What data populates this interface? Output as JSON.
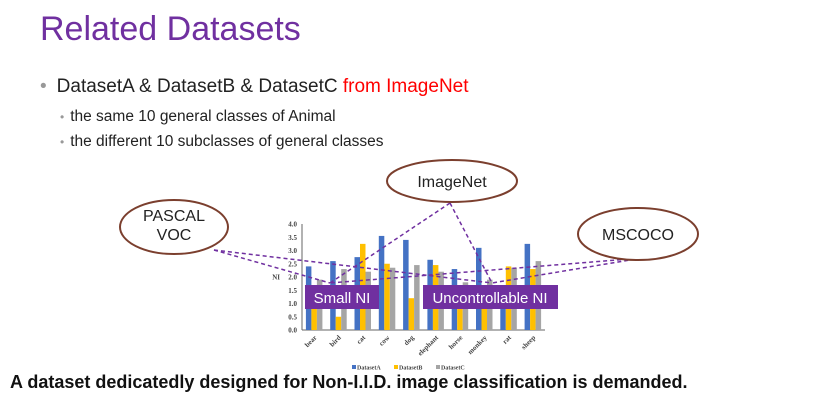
{
  "title": "Related Datasets",
  "bullet": {
    "main": "DatasetA & DatasetB & DatasetC ",
    "highlight": "from ImageNet",
    "subs": [
      "the same 10 general classes of Animal",
      "the different 10 subclasses of general classes"
    ]
  },
  "sources": [
    "PASCAL VOC",
    "ImageNet",
    "MSCOCO"
  ],
  "source_lines": {
    "pascal": [
      "PASCAL",
      "VOC"
    ]
  },
  "labels": {
    "small": "Small NI",
    "uncontrollable": "Uncontrollable NI"
  },
  "conclusion": "A dataset dedicatedly designed for Non-I.I.D. image classification is demanded.",
  "colors": {
    "title": "#7030a0",
    "A": "#4472c4",
    "B": "#ffc000",
    "C": "#a5a5a5",
    "label_bg": "#7030a0",
    "ellipse": "#7b3f2e"
  },
  "chart_data": {
    "type": "bar",
    "ylabel": "NI",
    "ylim": [
      0,
      4
    ],
    "yticks": [
      "0.0",
      "0.5",
      "1.0",
      "1.5",
      "2.0",
      "2.5",
      "3.0",
      "3.5",
      "4.0"
    ],
    "categories": [
      "bear",
      "bird",
      "cat",
      "cow",
      "dog",
      "elephant",
      "horse",
      "monkey",
      "rat",
      "sheep"
    ],
    "series": [
      {
        "name": "DatasetA",
        "values": [
          2.4,
          2.6,
          2.75,
          3.55,
          3.4,
          2.65,
          2.3,
          3.1,
          1.5,
          3.25
        ]
      },
      {
        "name": "DatasetB",
        "values": [
          1.5,
          0.5,
          3.25,
          2.5,
          1.2,
          2.45,
          1.5,
          1.5,
          2.4,
          2.3
        ]
      },
      {
        "name": "DatasetC",
        "values": [
          1.9,
          2.3,
          2.2,
          2.35,
          2.45,
          2.2,
          1.8,
          1.9,
          2.35,
          2.6
        ]
      }
    ],
    "legend": "bottom"
  }
}
